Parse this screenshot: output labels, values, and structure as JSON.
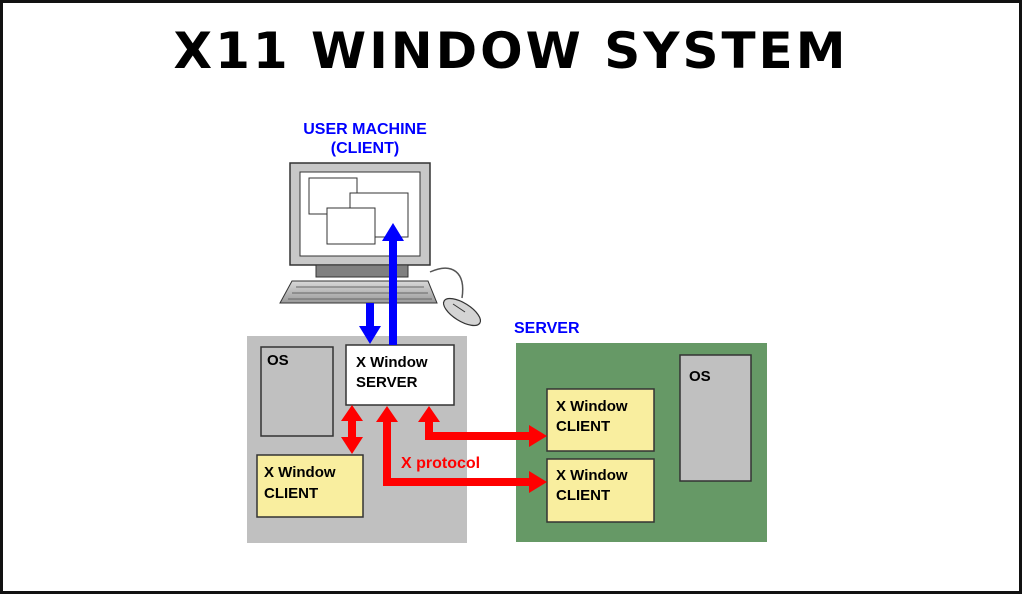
{
  "title": "X11 WINDOW SYSTEM",
  "colors": {
    "client_area": "#c0c0c0",
    "server_area": "#669966",
    "box_yellow": "#f9ee9f",
    "os_gray": "#c0c0c0",
    "arrow_blue": "#0000ff",
    "arrow_red": "#ff0000",
    "label_blue": "#0000ff",
    "label_red": "#ff0000"
  },
  "icons": [
    "computer-monitor-icon",
    "keyboard-icon",
    "mouse-icon"
  ],
  "user_machine": {
    "label_line1": "USER MACHINE",
    "label_line2": "(CLIENT)",
    "os_label": "OS",
    "xserver_line1": "X Window",
    "xserver_line2": "SERVER",
    "xclient_line1": "X Window",
    "xclient_line2": "CLIENT"
  },
  "server": {
    "label": "SERVER",
    "os_label": "OS",
    "client1_line1": "X Window",
    "client1_line2": "CLIENT",
    "client2_line1": "X Window",
    "client2_line2": "CLIENT"
  },
  "protocol_label": "X protocol"
}
